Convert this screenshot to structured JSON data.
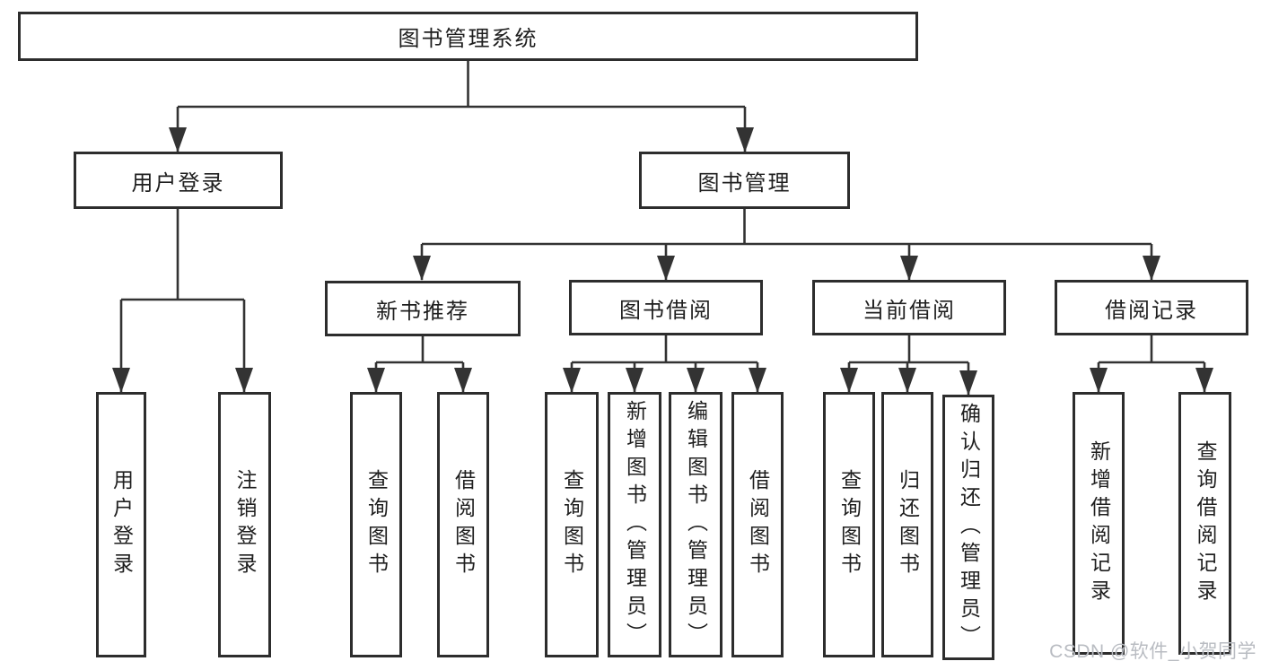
{
  "colors": {
    "line": "#333333",
    "box_border": "#2d2d2d",
    "text": "#1f1f1f",
    "watermark": "#b9bcc2",
    "background": "#ffffff"
  },
  "watermark": "CSDN @软件_小贺同学",
  "tree": {
    "root": {
      "label": "图书管理系统"
    },
    "level2": [
      {
        "label": "用户登录"
      },
      {
        "label": "图书管理"
      }
    ],
    "level3": [
      {
        "label": "新书推荐"
      },
      {
        "label": "图书借阅"
      },
      {
        "label": "当前借阅"
      },
      {
        "label": "借阅记录"
      }
    ],
    "leaves": {
      "user_login": [
        {
          "label": "用户登录"
        },
        {
          "label": "注销登录"
        }
      ],
      "new_book_recommend": [
        {
          "label": "查询图书"
        },
        {
          "label": "借阅图书"
        }
      ],
      "book_borrowing": [
        {
          "label": "查询图书"
        },
        {
          "label": "新增图书（管理员）"
        },
        {
          "label": "编辑图书（管理员）"
        },
        {
          "label": "借阅图书"
        }
      ],
      "current_borrowing": [
        {
          "label": "查询图书"
        },
        {
          "label": "归还图书"
        },
        {
          "label": "确认归还（管理员）"
        }
      ],
      "borrowing_records": [
        {
          "label": "新增借阅记录"
        },
        {
          "label": "查询借阅记录"
        }
      ]
    }
  }
}
